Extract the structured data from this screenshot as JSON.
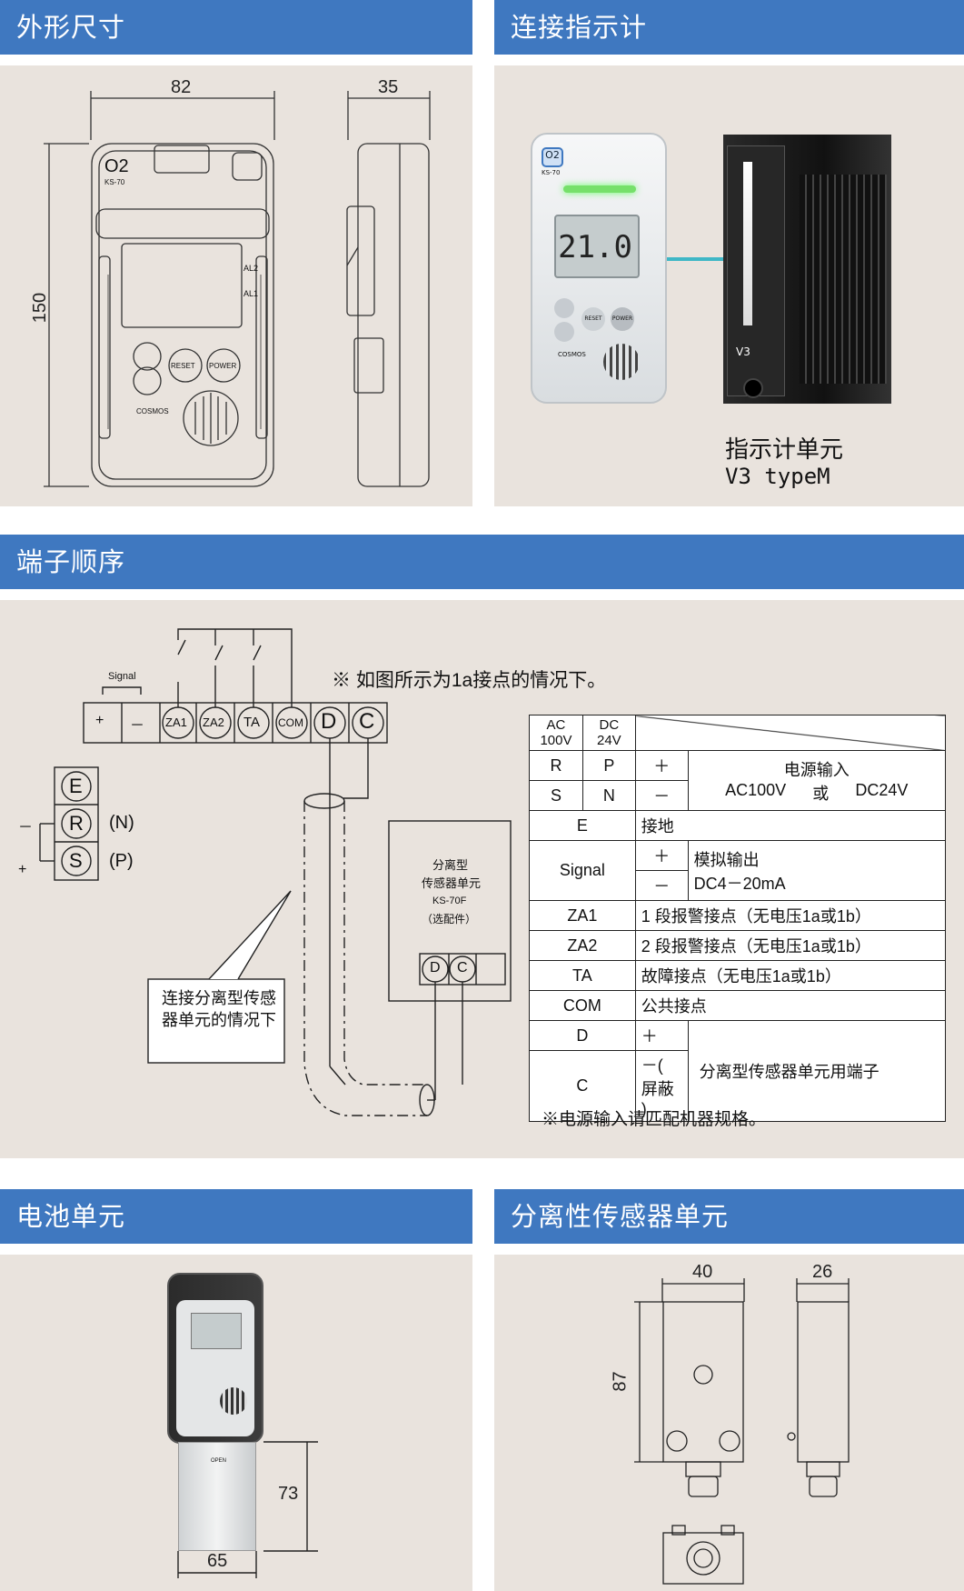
{
  "sections": {
    "dimensions": "外形尺寸",
    "indicator": "连接指示计",
    "terminal": "端子顺序",
    "battery": "电池单元",
    "sensor": "分离性传感器单元"
  },
  "dimensions": {
    "width": "82",
    "depth": "35",
    "height": "150",
    "logo_o2": "O2",
    "model": "KS-70",
    "reset": "RESET",
    "power": "POWER",
    "al2": "AL2",
    "al1": "AL1",
    "brand": "COSMOS"
  },
  "indicator": {
    "display": "21.0",
    "label_line1": "指示计单元",
    "label_line2": "V3 typeM",
    "v3": "V3",
    "o2": "O2",
    "model": "KS-70",
    "reset": "RESET",
    "power": "POWER",
    "brand": "COSMOS"
  },
  "wiring": {
    "note": "※ 如图所示为1a接点的情况下。",
    "signal": "Signal",
    "plus": "+",
    "minus": "－",
    "terminals": [
      "ZA1",
      "ZA2",
      "TA",
      "COM",
      "D",
      "C"
    ],
    "left_terminals": [
      "E",
      "R",
      "S"
    ],
    "n_label": "(N)",
    "p_label": "(P)",
    "side_minus": "－",
    "side_plus": "+",
    "sensor_box": [
      "分离型",
      "传感器单元",
      "KS-70F",
      "（选配件）"
    ],
    "sensor_d": "D",
    "sensor_c": "C",
    "callout": "连接分离型传感器单元的情况下"
  },
  "terminal_table": {
    "h_ac": "AC 100V",
    "h_dc": "DC 24V",
    "rows": {
      "r": "R",
      "p": "P",
      "s": "S",
      "n": "N",
      "plus": "＋",
      "minus": "－",
      "power_title": "电源输入",
      "power_ac": "AC100V",
      "power_or": "或",
      "power_dc": "DC24V",
      "e": "E",
      "ground": "接地",
      "signal": "Signal",
      "analog": "模拟输出",
      "analog_range": "DC4－20mA",
      "za1": "ZA1",
      "za1_desc": "1 段报警接点（无电压1a或1b）",
      "za2": "ZA2",
      "za2_desc": "2 段报警接点（无电压1a或1b）",
      "ta": "TA",
      "ta_desc": "故障接点（无电压1a或1b）",
      "com": "COM",
      "com_desc": "公共接点",
      "d": "D",
      "c": "C",
      "shield": "－( 屏蔽 )",
      "sensor_terminal": "分离型传感器单元用端子"
    },
    "footnote": "※电源输入请匹配机器规格。"
  },
  "battery": {
    "height": "73",
    "width": "65",
    "open": "OPEN"
  },
  "sensor_unit": {
    "width": "40",
    "depth": "26",
    "height": "87"
  }
}
